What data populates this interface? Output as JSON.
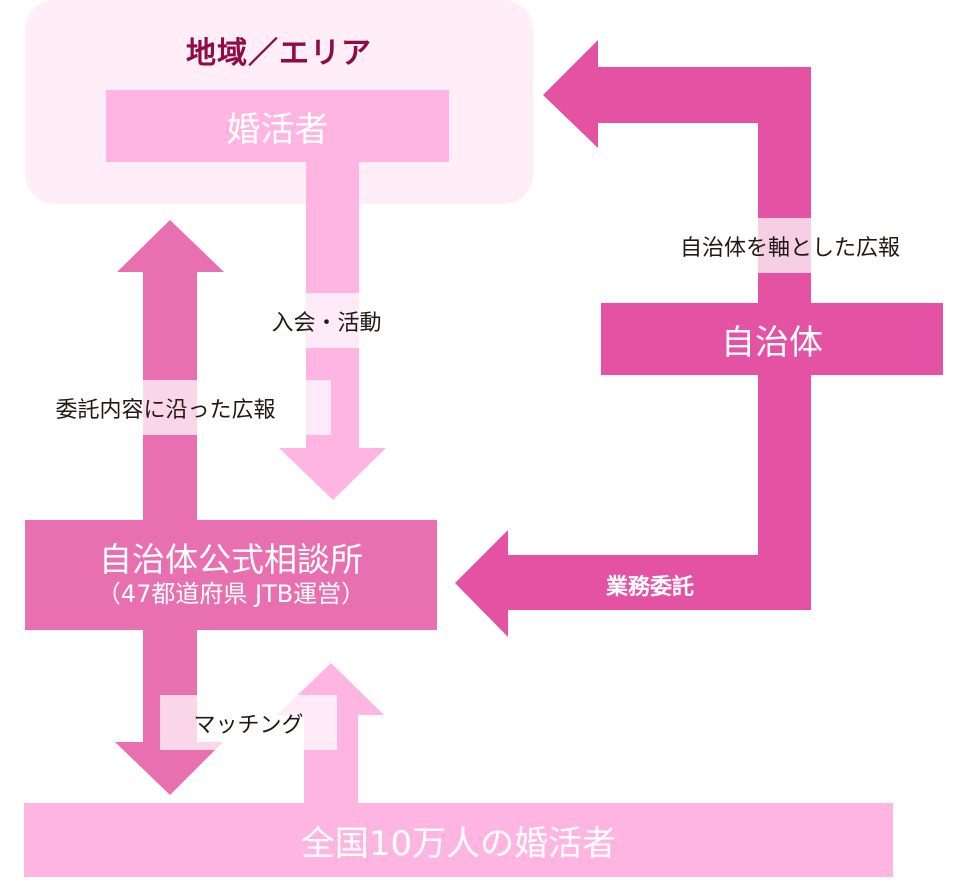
{
  "colors": {
    "region_bg": "#FFEEF8",
    "title": "#8E0B45",
    "light_pink": "#FFB5E2",
    "medium_pink": "#E870B0",
    "hot_pink": "#E352A3",
    "label_text": "#231815",
    "white_text": "#FFFFFF"
  },
  "region": {
    "title": "地域／エリア",
    "node": "婚活者"
  },
  "nodes": {
    "jichitai": "自治体",
    "center_main": "自治体公式相談所",
    "center_sub": "（47都道府県 JTB運営）",
    "national": "全国10万人の婚活者"
  },
  "edges": [
    {
      "id": "jichitai-to-region",
      "from": "自治体",
      "to": "地域／エリア",
      "label": "自治体を軸とした広報",
      "color": "hot_pink"
    },
    {
      "id": "jichitai-to-center",
      "from": "自治体",
      "to": "自治体公式相談所",
      "label": "業務委託",
      "color": "hot_pink"
    },
    {
      "id": "region-to-center",
      "from": "婚活者",
      "to": "自治体公式相談所",
      "label": "入会・活動",
      "color": "light_pink"
    },
    {
      "id": "center-to-region",
      "from": "自治体公式相談所",
      "to": "地域／エリア",
      "label": "委託内容に沿った広報",
      "color": "medium_pink"
    },
    {
      "id": "center-to-national",
      "from": "自治体公式相談所",
      "to": "全国10万人の婚活者",
      "label": "マッチング",
      "color": "medium_pink"
    },
    {
      "id": "national-to-center",
      "from": "全国10万人の婚活者",
      "to": "自治体公式相談所",
      "label": "",
      "color": "light_pink"
    }
  ]
}
